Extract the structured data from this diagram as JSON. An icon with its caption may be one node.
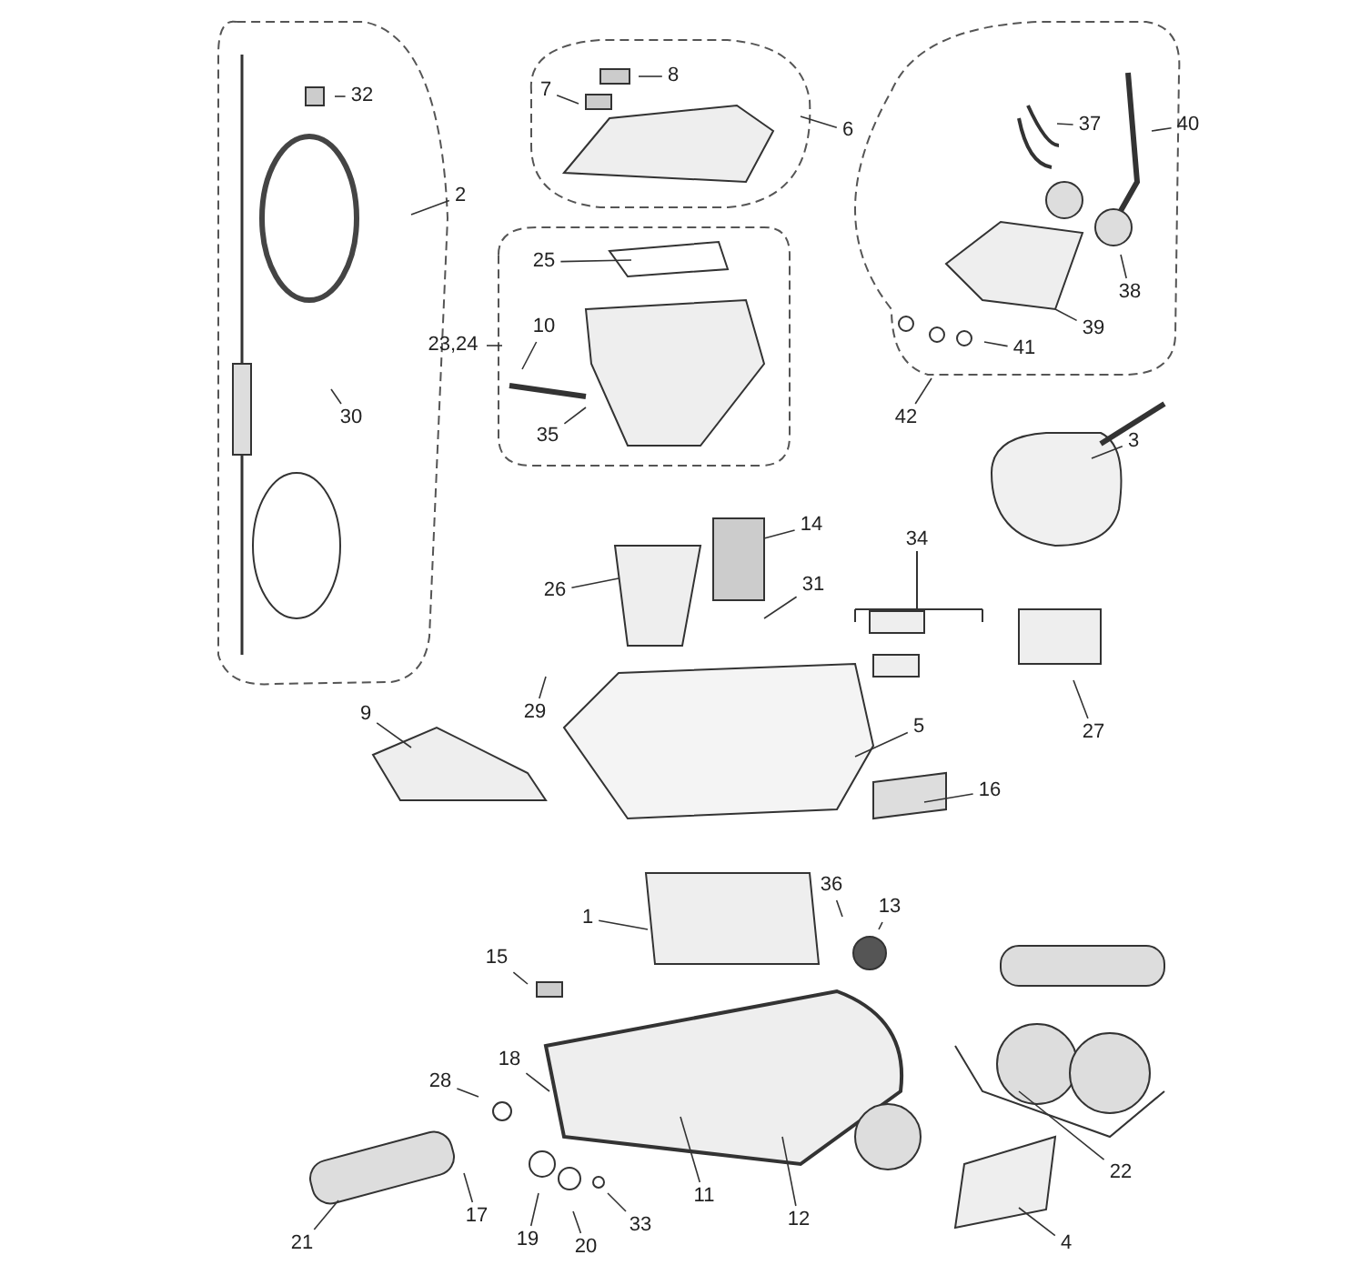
{
  "diagram": {
    "nodes": [
      {
        "text": [
          "32"
        ]
      },
      {
        "text": [
          "2"
        ]
      },
      {
        "text": [
          "8"
        ]
      },
      {
        "text": [
          "7"
        ]
      },
      {
        "text": [
          "6"
        ]
      },
      {
        "text": [
          "37"
        ]
      },
      {
        "text": [
          "40"
        ]
      },
      {
        "text": [
          "38"
        ]
      },
      {
        "text": [
          "39"
        ]
      },
      {
        "text": [
          "41"
        ]
      },
      {
        "text": [
          "42"
        ]
      },
      {
        "text": [
          "3"
        ]
      },
      {
        "text": [
          "25"
        ]
      },
      {
        "text": [
          "10"
        ]
      },
      {
        "text": [
          "23,24"
        ]
      },
      {
        "text": [
          "35"
        ]
      },
      {
        "text": [
          "30"
        ]
      },
      {
        "text": [
          "14"
        ]
      },
      {
        "text": [
          "26"
        ]
      },
      {
        "text": [
          "31"
        ]
      },
      {
        "text": [
          "34"
        ]
      },
      {
        "text": [
          "29"
        ]
      },
      {
        "text": [
          "27"
        ]
      },
      {
        "text": [
          "9"
        ]
      },
      {
        "text": [
          "5"
        ]
      },
      {
        "text": [
          "16"
        ]
      },
      {
        "text": [
          "1"
        ]
      },
      {
        "text": [
          "36"
        ]
      },
      {
        "text": [
          "13"
        ]
      },
      {
        "text": [
          "15"
        ]
      },
      {
        "text": [
          "18"
        ]
      },
      {
        "text": [
          "28"
        ]
      },
      {
        "text": [
          "11"
        ]
      },
      {
        "text": [
          "12"
        ]
      },
      {
        "text": [
          "22"
        ]
      },
      {
        "text": [
          "21"
        ]
      },
      {
        "text": [
          "17"
        ]
      },
      {
        "text": [
          "19"
        ]
      },
      {
        "text": [
          "20"
        ]
      },
      {
        "text": [
          "33"
        ]
      },
      {
        "text": [
          "4"
        ]
      }
    ],
    "edges": [
      {
        "from": 0,
        "to": null,
        "arrow": "none"
      },
      {
        "from": 1,
        "to": null,
        "arrow": "none"
      },
      {
        "from": 2,
        "to": null,
        "arrow": "none"
      },
      {
        "from": 3,
        "to": null,
        "arrow": "none"
      },
      {
        "from": 4,
        "to": null,
        "arrow": "none"
      },
      {
        "from": 5,
        "to": null,
        "arrow": "none"
      },
      {
        "from": 6,
        "to": null,
        "arrow": "none"
      },
      {
        "from": 7,
        "to": null,
        "arrow": "none"
      },
      {
        "from": 8,
        "to": null,
        "arrow": "none"
      },
      {
        "from": 9,
        "to": null,
        "arrow": "none"
      },
      {
        "from": 10,
        "to": null,
        "arrow": "none"
      },
      {
        "from": 11,
        "to": null,
        "arrow": "none"
      },
      {
        "from": 12,
        "to": null,
        "arrow": "none"
      },
      {
        "from": 13,
        "to": null,
        "arrow": "none"
      },
      {
        "from": 14,
        "to": null,
        "arrow": "none"
      },
      {
        "from": 15,
        "to": null,
        "arrow": "none"
      },
      {
        "from": 16,
        "to": null,
        "arrow": "none"
      },
      {
        "from": 17,
        "to": null,
        "arrow": "none"
      },
      {
        "from": 18,
        "to": null,
        "arrow": "none"
      },
      {
        "from": 19,
        "to": null,
        "arrow": "none"
      },
      {
        "from": 20,
        "to": null,
        "arrow": "none"
      },
      {
        "from": 21,
        "to": null,
        "arrow": "none"
      },
      {
        "from": 22,
        "to": null,
        "arrow": "none"
      },
      {
        "from": 23,
        "to": null,
        "arrow": "none"
      },
      {
        "from": 24,
        "to": null,
        "arrow": "none"
      },
      {
        "from": 25,
        "to": null,
        "arrow": "none"
      },
      {
        "from": 26,
        "to": null,
        "arrow": "none"
      },
      {
        "from": 27,
        "to": null,
        "arrow": "none"
      },
      {
        "from": 28,
        "to": null,
        "arrow": "none"
      },
      {
        "from": 29,
        "to": null,
        "arrow": "none"
      },
      {
        "from": 30,
        "to": null,
        "arrow": "none"
      },
      {
        "from": 31,
        "to": null,
        "arrow": "none"
      },
      {
        "from": 32,
        "to": null,
        "arrow": "none"
      },
      {
        "from": 33,
        "to": null,
        "arrow": "none"
      },
      {
        "from": 34,
        "to": null,
        "arrow": "none"
      },
      {
        "from": 35,
        "to": null,
        "arrow": "none"
      },
      {
        "from": 36,
        "to": null,
        "arrow": "none"
      },
      {
        "from": 37,
        "to": null,
        "arrow": "none"
      },
      {
        "from": 38,
        "to": null,
        "arrow": "none"
      },
      {
        "from": 39,
        "to": null,
        "arrow": "none"
      },
      {
        "from": 40,
        "to": null,
        "arrow": "none"
      }
    ]
  }
}
